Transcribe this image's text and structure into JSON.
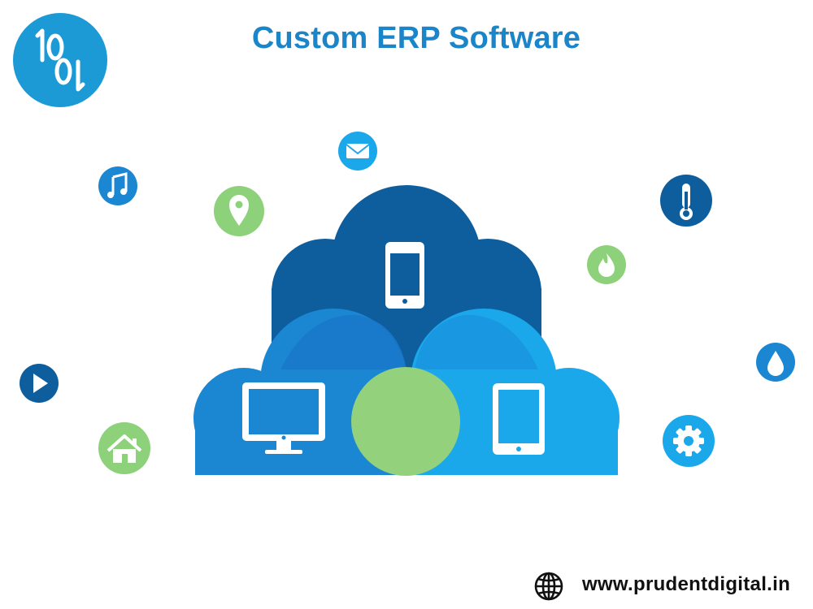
{
  "header": {
    "title": "Custom ERP Software",
    "logo_mark": "1001 logo"
  },
  "footer": {
    "url": "www.prudentdigital.in",
    "globe_icon": "globe-icon"
  },
  "illustration": {
    "icons": [
      "music-icon",
      "mail-icon",
      "location-pin-icon",
      "thermometer-icon",
      "fire-icon",
      "water-drop-icon",
      "play-icon",
      "home-icon",
      "gear-icon",
      "smartphone-icon",
      "monitor-icon",
      "tablet-icon"
    ]
  },
  "colors": {
    "title_blue": "#1b85c9",
    "dark_blue": "#0e5e9e",
    "mid_blue": "#1b87d2",
    "light_blue": "#1aa8eb",
    "green": "#8dd17a",
    "logo_blue": "#1b9ad6"
  }
}
